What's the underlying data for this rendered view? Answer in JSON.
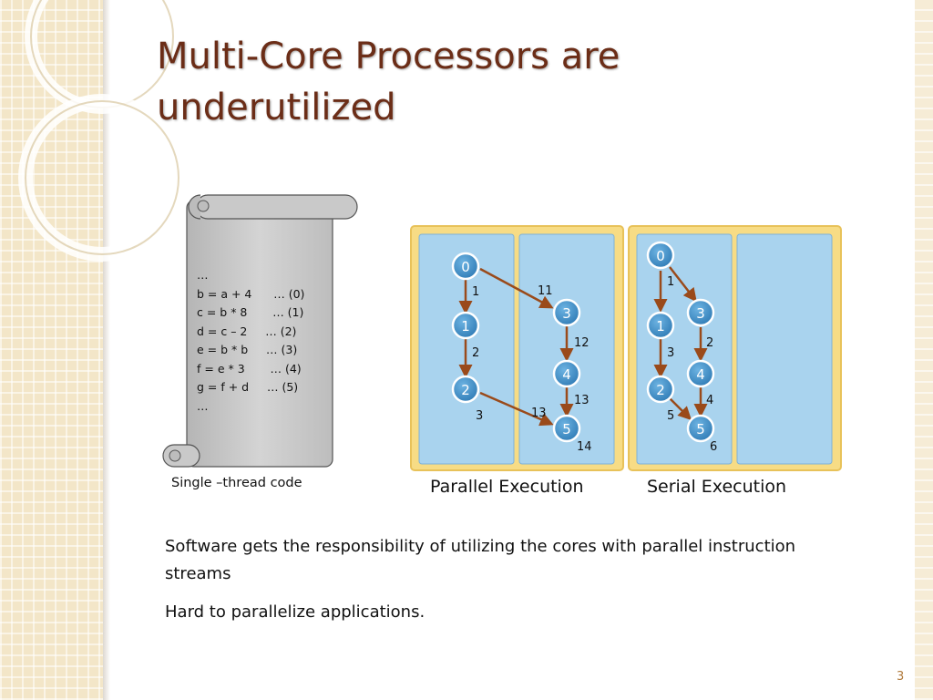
{
  "slide": {
    "title": "Multi-Core Processors are underutilized",
    "page_number": "3"
  },
  "code_scroll": {
    "lines": [
      "…",
      "b = a + 4      … (0)",
      "c = b * 8       … (1)",
      "d = c – 2     … (2)",
      "e = b * b     … (3)",
      "f = e * 3       … (4)",
      "g = f + d     … (5)",
      "…"
    ],
    "caption": "Single –thread code"
  },
  "parallel": {
    "caption": "Parallel Execution",
    "nodes": [
      "0",
      "1",
      "2",
      "3",
      "4",
      "5"
    ],
    "edge_labels": [
      "1",
      "2",
      "3",
      "11",
      "12",
      "13",
      "13",
      "14"
    ]
  },
  "serial": {
    "caption": "Serial Execution",
    "nodes": [
      "0",
      "1",
      "2",
      "3",
      "4",
      "5"
    ],
    "edge_labels": [
      "1",
      "3",
      "5",
      "2",
      "4",
      "6"
    ]
  },
  "bullets": [
    "Software gets the responsibility of utilizing the cores with parallel instruction streams",
    "Hard to parallelize applications."
  ],
  "colors": {
    "title": "#6b2d17",
    "arrow": "#9a4a1a",
    "node": "#3f8fc7",
    "panel": "#a9d3ee",
    "frame": "#f4d77a"
  }
}
